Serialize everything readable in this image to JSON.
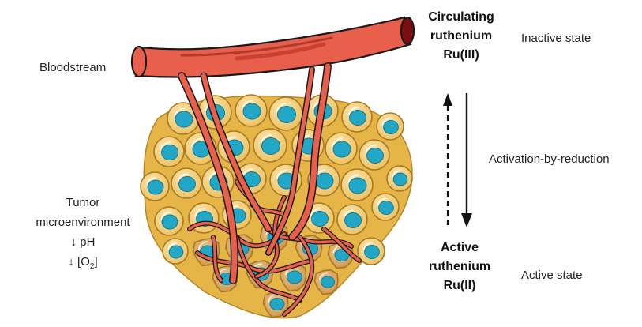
{
  "labels": {
    "bloodstream": "Bloodstream",
    "circulating": [
      "Circulating",
      "ruthenium",
      "Ru(III)"
    ],
    "inactive_state": "Inactive state",
    "activation": "Activation-by-reduction",
    "active": [
      "Active",
      "ruthenium",
      "Ru(II)"
    ],
    "active_state": "Active state",
    "tumor": [
      "Tumor",
      "microenvironment"
    ],
    "ph_arrow": "↓",
    "ph": "pH",
    "o2_arrow": "↓",
    "o2_open": "[O",
    "o2_sub": "2",
    "o2_close": "]"
  },
  "colors": {
    "vessel": "#e8604c",
    "vessel_dark": "#b23a2c",
    "vessel_lumen": "#7a0f10",
    "cell_fill": "#f3cd7a",
    "cell_edge": "#c9962e",
    "nucleus": "#22a7c7",
    "matrix": "#e0ad3e",
    "arrow": "#111111"
  }
}
